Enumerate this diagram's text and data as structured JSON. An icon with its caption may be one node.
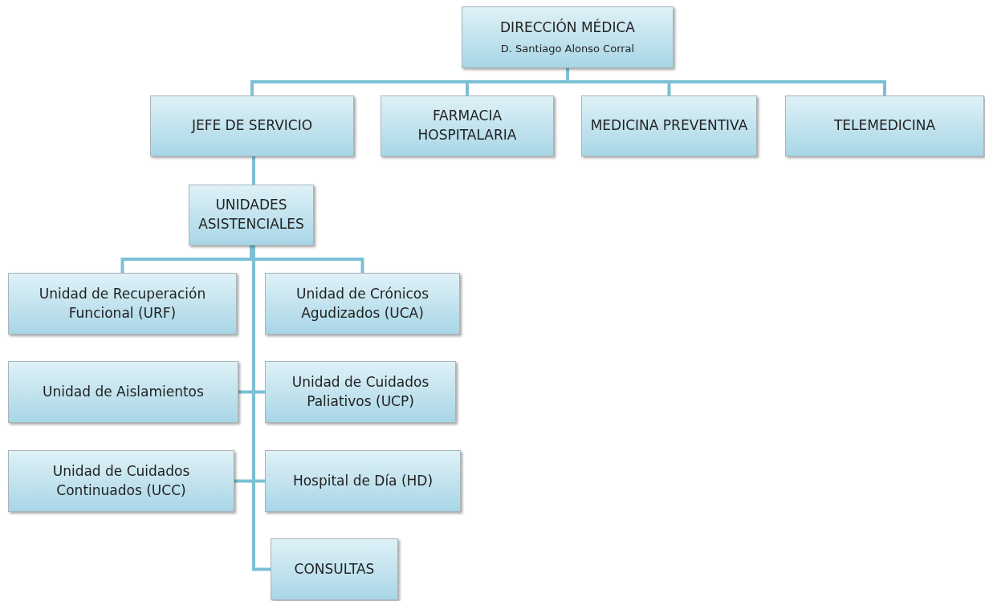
{
  "diagram": {
    "nodes": [
      {
        "text": [
          "DIRECCIÓN MÉDICA",
          "D. Santiago Alonso Corral"
        ]
      },
      {
        "text": [
          "JEFE DE SERVICIO"
        ]
      },
      {
        "text": [
          "FARMACIA HOSPITALARIA"
        ]
      },
      {
        "text": [
          "MEDICINA PREVENTIVA"
        ]
      },
      {
        "text": [
          "TELEMEDICINA"
        ]
      },
      {
        "text": [
          "UNIDADES ASISTENCIALES"
        ]
      },
      {
        "text": [
          "Unidad de Recuperación Funcional (URF)"
        ]
      },
      {
        "text": [
          "Unidad de Crónicos Agudizados (UCA)"
        ]
      },
      {
        "text": [
          "Unidad de Aislamientos"
        ]
      },
      {
        "text": [
          "Unidad de Cuidados Paliativos (UCP)"
        ]
      },
      {
        "text": [
          "Unidad de Cuidados Continuados (UCC)"
        ]
      },
      {
        "text": [
          "Hospital de Día (HD)"
        ]
      },
      {
        "text": [
          "CONSULTAS"
        ]
      }
    ],
    "edges": [
      {
        "from": 0,
        "to": 1,
        "arrow": "none"
      },
      {
        "from": 0,
        "to": 2,
        "arrow": "none"
      },
      {
        "from": 0,
        "to": 3,
        "arrow": "none"
      },
      {
        "from": 0,
        "to": 4,
        "arrow": "none"
      },
      {
        "from": 1,
        "to": 5,
        "arrow": "none"
      },
      {
        "from": 5,
        "to": 6,
        "arrow": "none"
      },
      {
        "from": 5,
        "to": 7,
        "arrow": "none"
      },
      {
        "from": 5,
        "to": 8,
        "arrow": "none"
      },
      {
        "from": 5,
        "to": 9,
        "arrow": "none"
      },
      {
        "from": 5,
        "to": 10,
        "arrow": "none"
      },
      {
        "from": 5,
        "to": 11,
        "arrow": "none"
      },
      {
        "from": 5,
        "to": 12,
        "arrow": "none"
      }
    ]
  }
}
